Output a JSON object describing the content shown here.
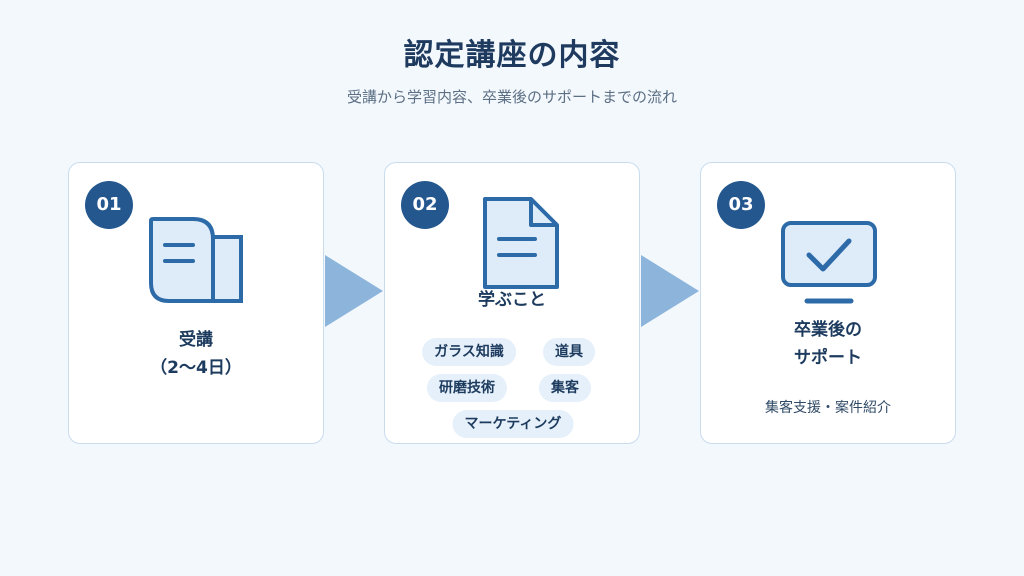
{
  "header": {
    "title": "認定講座の内容",
    "subtitle": "受講から学習内容、卒業後のサポートまでの流れ"
  },
  "steps": [
    {
      "number": "01",
      "label_line1": "受講",
      "label_line2": "（2〜4日）",
      "icon": "document-icon"
    },
    {
      "number": "02",
      "label": "学ぶこと",
      "icon": "file-icon",
      "tags": [
        "ガラス知識",
        "道具",
        "研磨技術",
        "集客",
        "マーケティング"
      ]
    },
    {
      "number": "03",
      "label_line1": "卒業後の",
      "label_line2": "サポート",
      "icon": "monitor-check-icon",
      "description": "集客支援・案件紹介"
    }
  ],
  "colors": {
    "accent": "#24578e",
    "icon_fill": "#deebf9",
    "icon_stroke": "#2d6aa8",
    "arrow": "#8db5dc",
    "tag_bg": "#e6f0fa"
  }
}
